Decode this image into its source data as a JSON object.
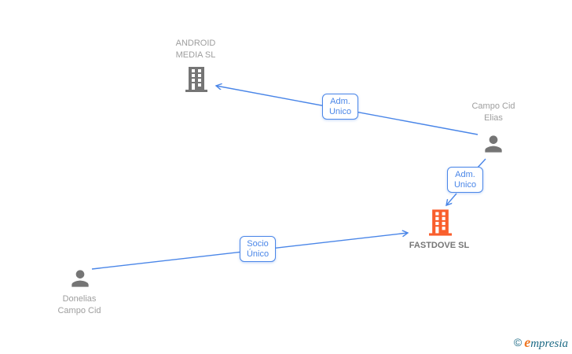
{
  "page": {
    "background": "#ffffff"
  },
  "colors": {
    "edge_blue": "#4a86e8",
    "icon_gray": "#757575",
    "company_highlight_orange": "#f95e2c",
    "name_text_gray": "#9e9e9e",
    "highlight_name_gray": "#757575",
    "brand_teal": "#1d6a85",
    "brand_orange": "#ef7622"
  },
  "nodes": {
    "android_media": {
      "type": "company",
      "name_line1": "ANDROID",
      "name_line2": "MEDIA SL"
    },
    "campo_cid_elias": {
      "type": "person",
      "name_line1": "Campo Cid",
      "name_line2": "Elias"
    },
    "fastdove": {
      "type": "company",
      "name": "FASTDOVE SL"
    },
    "donelias_campo_cid": {
      "type": "person",
      "name_line1": "Donelias",
      "name_line2": "Campo Cid"
    }
  },
  "edges": [
    {
      "from": "campo_cid_elias",
      "to": "android_media",
      "label_line1": "Adm.",
      "label_line2": "Unico"
    },
    {
      "from": "campo_cid_elias",
      "to": "fastdove",
      "label_line1": "Adm.",
      "label_line2": "Unico"
    },
    {
      "from": "donelias_campo_cid",
      "to": "fastdove",
      "label_line1": "Socio",
      "label_line2": "Único"
    }
  ],
  "footer": {
    "copyright_symbol": "©",
    "brand_first_letter": "e",
    "brand_rest": "mpresia"
  }
}
